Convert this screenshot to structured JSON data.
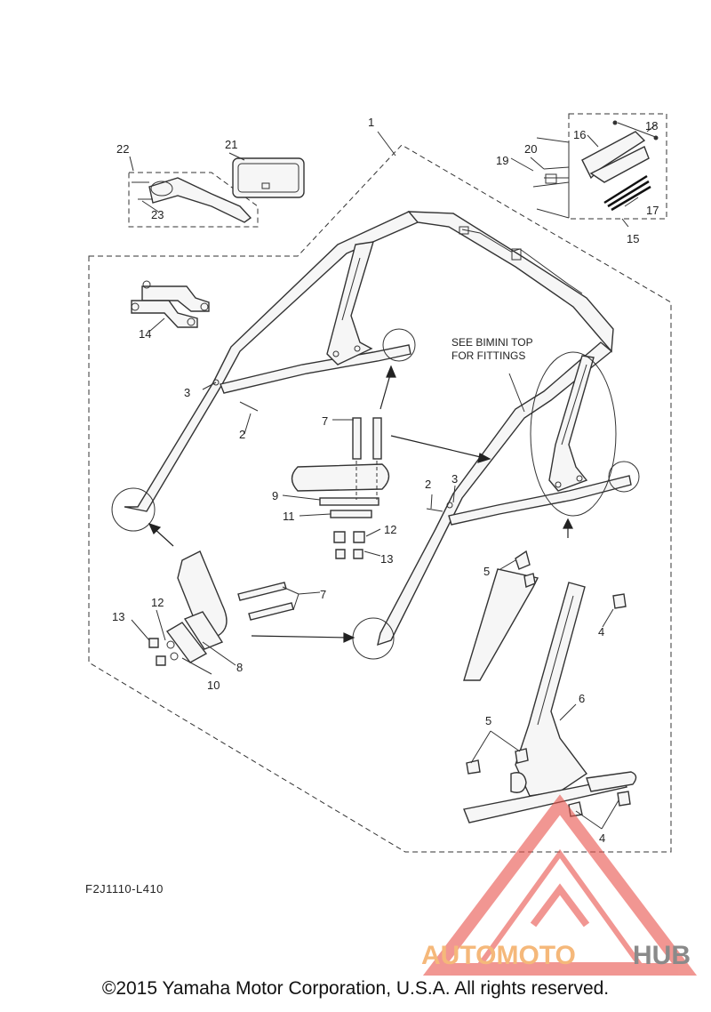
{
  "callouts": {
    "c1": "1",
    "c2a": "2",
    "c2b": "2",
    "c3a": "3",
    "c3b": "3",
    "c4a": "4",
    "c4b": "4",
    "c5a": "5",
    "c5b": "5",
    "c6": "6",
    "c7a": "7",
    "c7b": "7",
    "c8": "8",
    "c9": "9",
    "c10": "10",
    "c11": "11",
    "c12a": "12",
    "c12b": "12",
    "c13a": "13",
    "c13b": "13",
    "c14": "14",
    "c15": "15",
    "c16": "16",
    "c17": "17",
    "c18": "18",
    "c19": "19",
    "c20": "20",
    "c21": "21",
    "c22": "22",
    "c23": "23"
  },
  "note": {
    "line1": "SEE BIMINI TOP",
    "line2": "FOR FITTINGS"
  },
  "diagram_code": "F2J1110-L410",
  "watermark": {
    "part1": "AUTOMOTO",
    "part2": "HUB",
    "color1": "#f5b87a",
    "color2": "#8a8a8a",
    "logo_color": "#e8524a"
  },
  "copyright": "©2015 Yamaha Motor Corporation, U.S.A. All rights reserved."
}
